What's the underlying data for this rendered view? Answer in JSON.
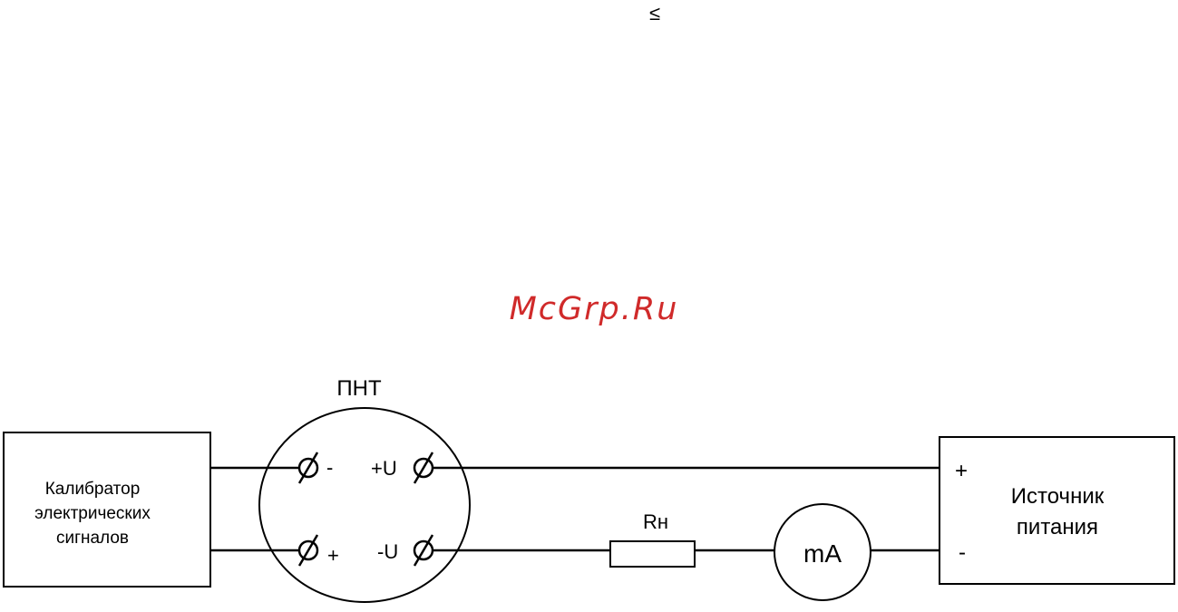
{
  "top_symbol": "≤",
  "watermark": {
    "text": "McGrp.Ru",
    "color": "#d02a2a"
  },
  "diagram": {
    "pnt_label": "ПНТ",
    "calibrator_lines": [
      "Калибратор",
      "электрических",
      "сигналов"
    ],
    "power_lines": [
      "Источник",
      "питания"
    ],
    "power_plus": "+",
    "power_minus": "-",
    "terminal_minus": "-",
    "terminal_plus": "+",
    "terminal_plus_u": "+U",
    "terminal_minus_u": "-U",
    "resistor_label": "Rн",
    "meter_label": "mA",
    "line_color": "#000000"
  }
}
